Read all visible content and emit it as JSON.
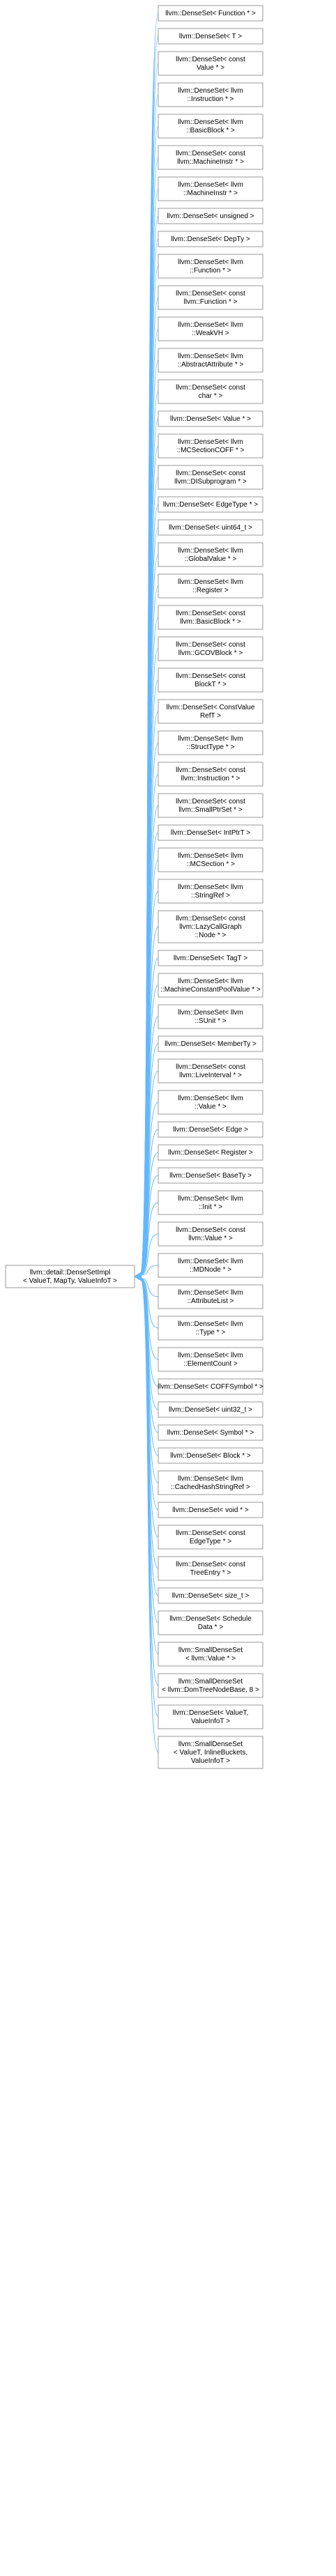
{
  "base": {
    "lines": [
      "llvm::detail::DenseSetImpl",
      "< ValueT, MapTy, ValueInfoT >"
    ]
  },
  "classes": [
    [
      "llvm::DenseSet< Function * >"
    ],
    [
      "llvm::DenseSet< T >"
    ],
    [
      "llvm::DenseSet< const",
      "Value * >"
    ],
    [
      "llvm::DenseSet< llvm",
      "::Instruction * >"
    ],
    [
      "llvm::DenseSet< llvm",
      "::BasicBlock * >"
    ],
    [
      "llvm::DenseSet< const",
      "llvm::MachineInstr * >"
    ],
    [
      "llvm::DenseSet< llvm",
      "::MachineInstr * >"
    ],
    [
      "llvm::DenseSet< unsigned >"
    ],
    [
      "llvm::DenseSet< DepTy >"
    ],
    [
      "llvm::DenseSet< llvm",
      "::Function * >"
    ],
    [
      "llvm::DenseSet< const",
      "llvm::Function * >"
    ],
    [
      "llvm::DenseSet< llvm",
      "::WeakVH >"
    ],
    [
      "llvm::DenseSet< llvm",
      "::AbstractAttribute * >"
    ],
    [
      "llvm::DenseSet< const",
      "char * >"
    ],
    [
      "llvm::DenseSet< Value * >"
    ],
    [
      "llvm::DenseSet< llvm",
      "::MCSectionCOFF * >"
    ],
    [
      "llvm::DenseSet< const",
      "llvm::DISubprogram * >"
    ],
    [
      "llvm::DenseSet< EdgeType * >"
    ],
    [
      "llvm::DenseSet< uint64_t >"
    ],
    [
      "llvm::DenseSet< llvm",
      "::GlobalValue * >"
    ],
    [
      "llvm::DenseSet< llvm",
      "::Register >"
    ],
    [
      "llvm::DenseSet< const",
      "llvm::BasicBlock * >"
    ],
    [
      "llvm::DenseSet< const",
      "llvm::GCOVBlock * >"
    ],
    [
      "llvm::DenseSet< const",
      "BlockT * >"
    ],
    [
      "llvm::DenseSet< ConstValue",
      "RefT >"
    ],
    [
      "llvm::DenseSet< llvm",
      "::StructType * >"
    ],
    [
      "llvm::DenseSet< const",
      "llvm::Instruction * >"
    ],
    [
      "llvm::DenseSet< const",
      "llvm::SmallPtrSet * >"
    ],
    [
      "llvm::DenseSet< IntPtrT >"
    ],
    [
      "llvm::DenseSet< llvm",
      "::MCSection * >"
    ],
    [
      "llvm::DenseSet< llvm",
      "::StringRef >"
    ],
    [
      "llvm::DenseSet< const",
      "llvm::LazyCallGraph",
      "::Node * >"
    ],
    [
      "llvm::DenseSet< TagT >"
    ],
    [
      "llvm::DenseSet< llvm",
      "::MachineConstantPoolValue * >"
    ],
    [
      "llvm::DenseSet< llvm",
      "::SUnit * >"
    ],
    [
      "llvm::DenseSet< MemberTy >"
    ],
    [
      "llvm::DenseSet< const",
      "llvm::LiveInterval * >"
    ],
    [
      "llvm::DenseSet< llvm",
      "::Value * >"
    ],
    [
      "llvm::DenseSet< Edge >"
    ],
    [
      "llvm::DenseSet< Register >"
    ],
    [
      "llvm::DenseSet< BaseTy >"
    ],
    [
      "llvm::DenseSet< llvm",
      "::Init * >"
    ],
    [
      "llvm::DenseSet< const",
      "llvm::Value * >"
    ],
    [
      "llvm::DenseSet< llvm",
      "::MDNode * >"
    ],
    [
      "llvm::DenseSet< llvm",
      "::AttributeList >"
    ],
    [
      "llvm::DenseSet< llvm",
      "::Type * >"
    ],
    [
      "llvm::DenseSet< llvm",
      "::ElementCount >"
    ],
    [
      "llvm::DenseSet< COFFSymbol * >"
    ],
    [
      "llvm::DenseSet< uint32_t >"
    ],
    [
      "llvm::DenseSet< Symbol * >"
    ],
    [
      "llvm::DenseSet< Block * >"
    ],
    [
      "llvm::DenseSet< llvm",
      "::CachedHashStringRef >"
    ],
    [
      "llvm::DenseSet< void * >"
    ],
    [
      "llvm::DenseSet< const",
      "EdgeType * >"
    ],
    [
      "llvm::DenseSet< const",
      "TreeEntry * >"
    ],
    [
      "llvm::DenseSet< size_t >"
    ],
    [
      "llvm::DenseSet< Schedule",
      "Data * >"
    ],
    [
      "llvm::SmallDenseSet",
      "< llvm::Value * >"
    ],
    [
      "llvm::SmallDenseSet",
      "< llvm::DomTreeNodeBase, 8 >"
    ],
    [
      "llvm::DenseSet< ValueT,",
      "ValueInfoT >"
    ],
    [
      "llvm::SmallDenseSet",
      "< ValueT, InlineBuckets,",
      "ValueInfoT >"
    ]
  ]
}
